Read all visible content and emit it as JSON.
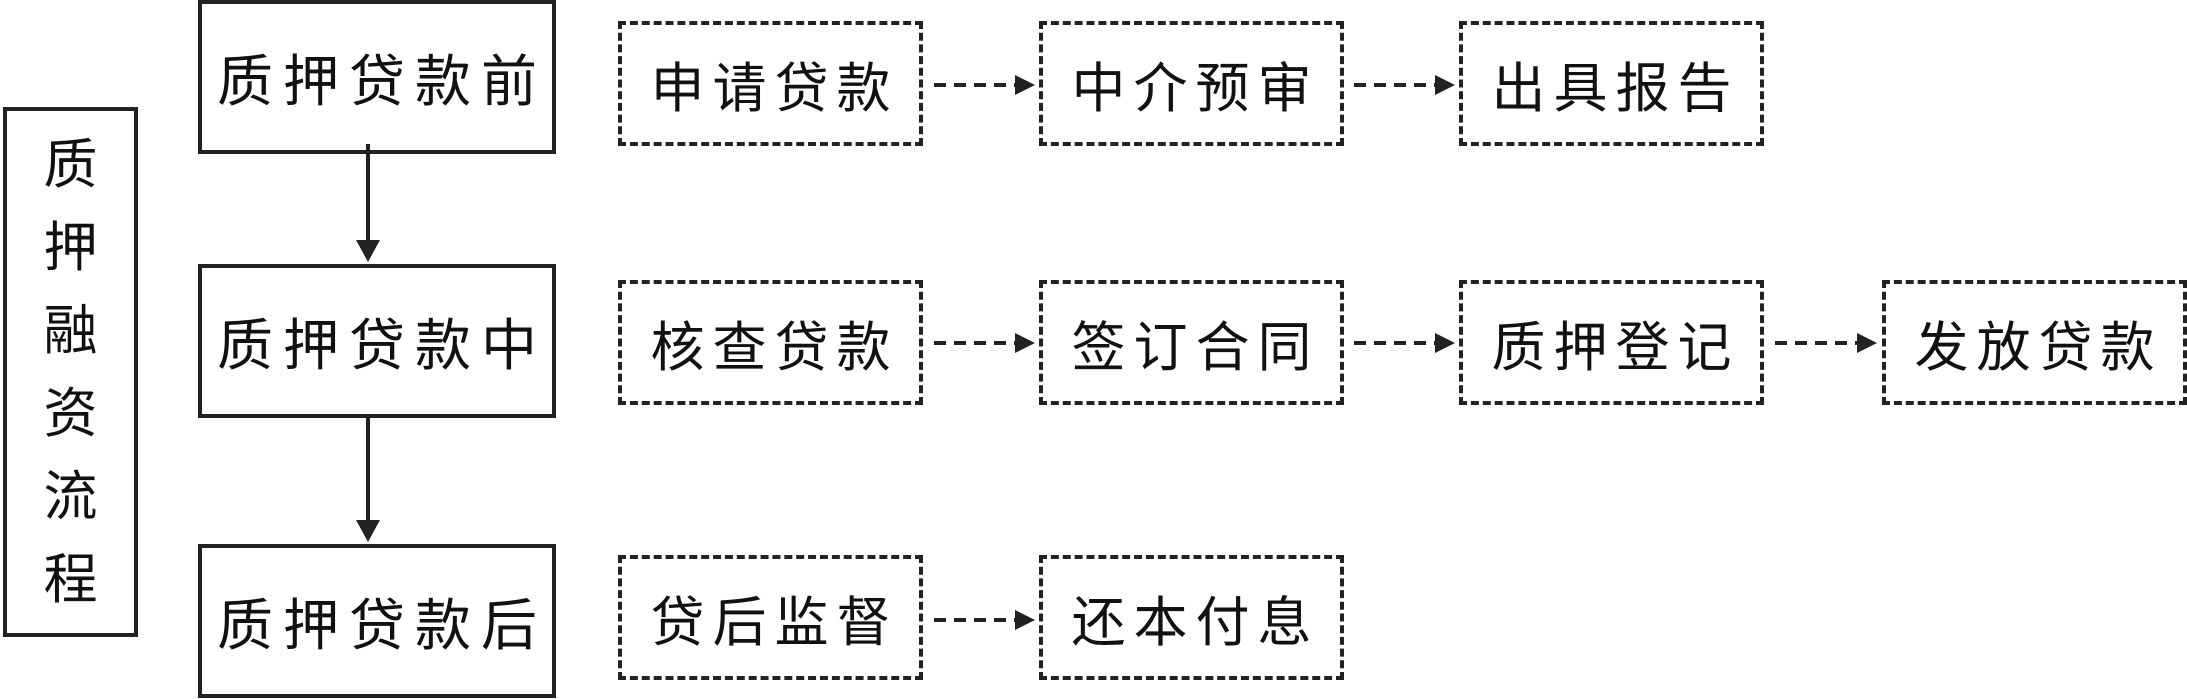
{
  "title_chars": [
    "质",
    "押",
    "融",
    "资",
    "流",
    "程"
  ],
  "stages": [
    {
      "label": "质押贷款前",
      "steps": [
        "申请贷款",
        "中介预审",
        "出具报告"
      ]
    },
    {
      "label": "质押贷款中",
      "steps": [
        "核查贷款",
        "签订合同",
        "质押登记",
        "发放贷款"
      ]
    },
    {
      "label": "质押贷款后",
      "steps": [
        "贷后监督",
        "还本付息"
      ]
    }
  ],
  "colors": {
    "line": "#222222",
    "background": "#ffffff"
  }
}
